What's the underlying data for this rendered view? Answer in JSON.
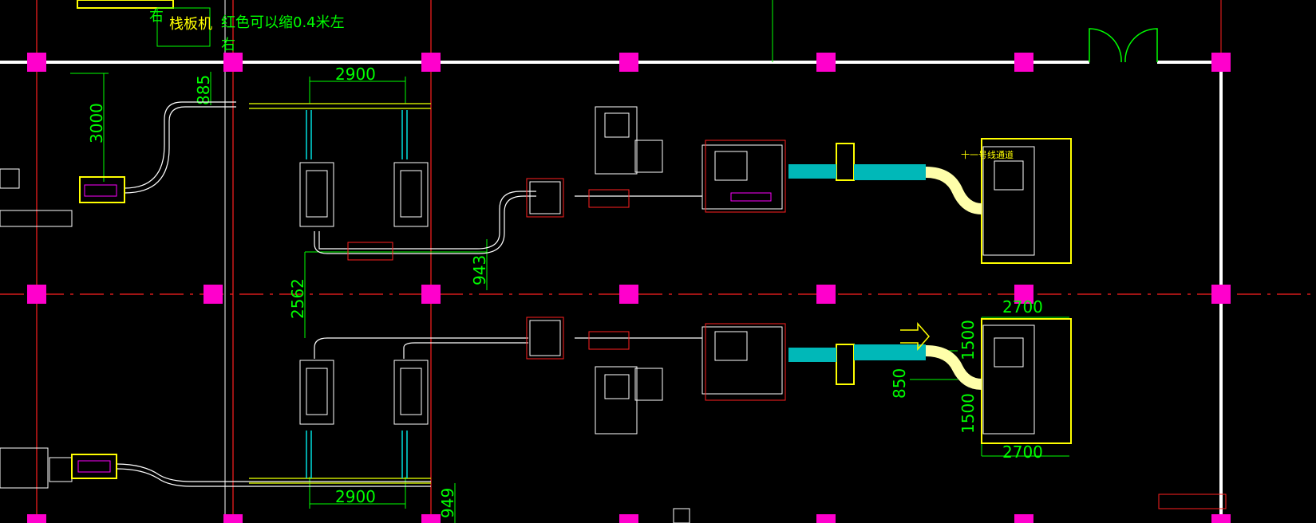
{
  "drawing": {
    "notes": {
      "machine_name": "栈板机",
      "note_line": "红色可以缩0.4米左",
      "note_right": "右",
      "channel_label": "十一号线通道"
    },
    "dimensions": {
      "d2900_top": "2900",
      "d2900_bottom": "2900",
      "d3000": "3000",
      "d885": "885",
      "d2562": "2562",
      "d943": "943",
      "d949": "949",
      "d2700_top": "2700",
      "d2700_bottom": "2700",
      "d1500_top": "1500",
      "d1500_bottom": "1500",
      "d850": "850"
    }
  }
}
